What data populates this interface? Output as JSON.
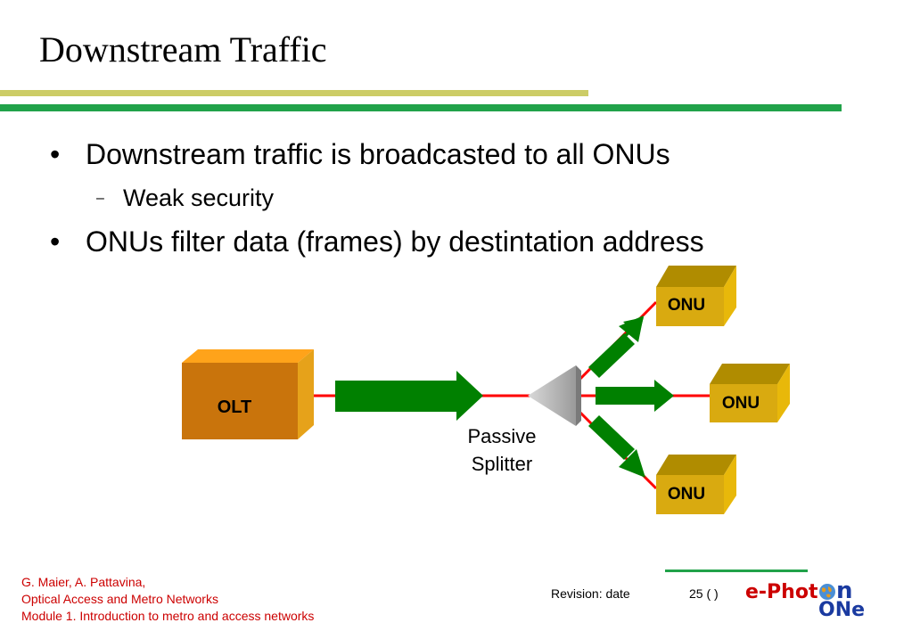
{
  "slide": {
    "title": "Downstream Traffic"
  },
  "bullets": [
    {
      "mark": "•",
      "text": "Downstream traffic is broadcasted to all ONUs"
    },
    {
      "mark": "–",
      "text": "Weak security"
    },
    {
      "mark": "•",
      "text": "ONUs filter data (frames) by destintation address"
    }
  ],
  "diagram": {
    "olt_label": "OLT",
    "onu_labels": [
      "ONU",
      "ONU",
      "ONU"
    ],
    "splitter_label_line1": "Passive",
    "splitter_label_line2": "Splitter",
    "colors": {
      "arrow": "#008000",
      "fiber": "#ff0000",
      "olt": "#cc7a00",
      "onu": "#d4a800"
    }
  },
  "footer": {
    "line1": "G. Maier, A. Pattavina,",
    "line2": "Optical Access and Metro Networks",
    "line3": "Module 1. Introduction to metro and access networks",
    "revision": "Revision: date",
    "page": "25 (   )",
    "logo_line1_a": "e-Phot",
    "logo_line1_b": "n",
    "logo_line2": "ONe"
  }
}
